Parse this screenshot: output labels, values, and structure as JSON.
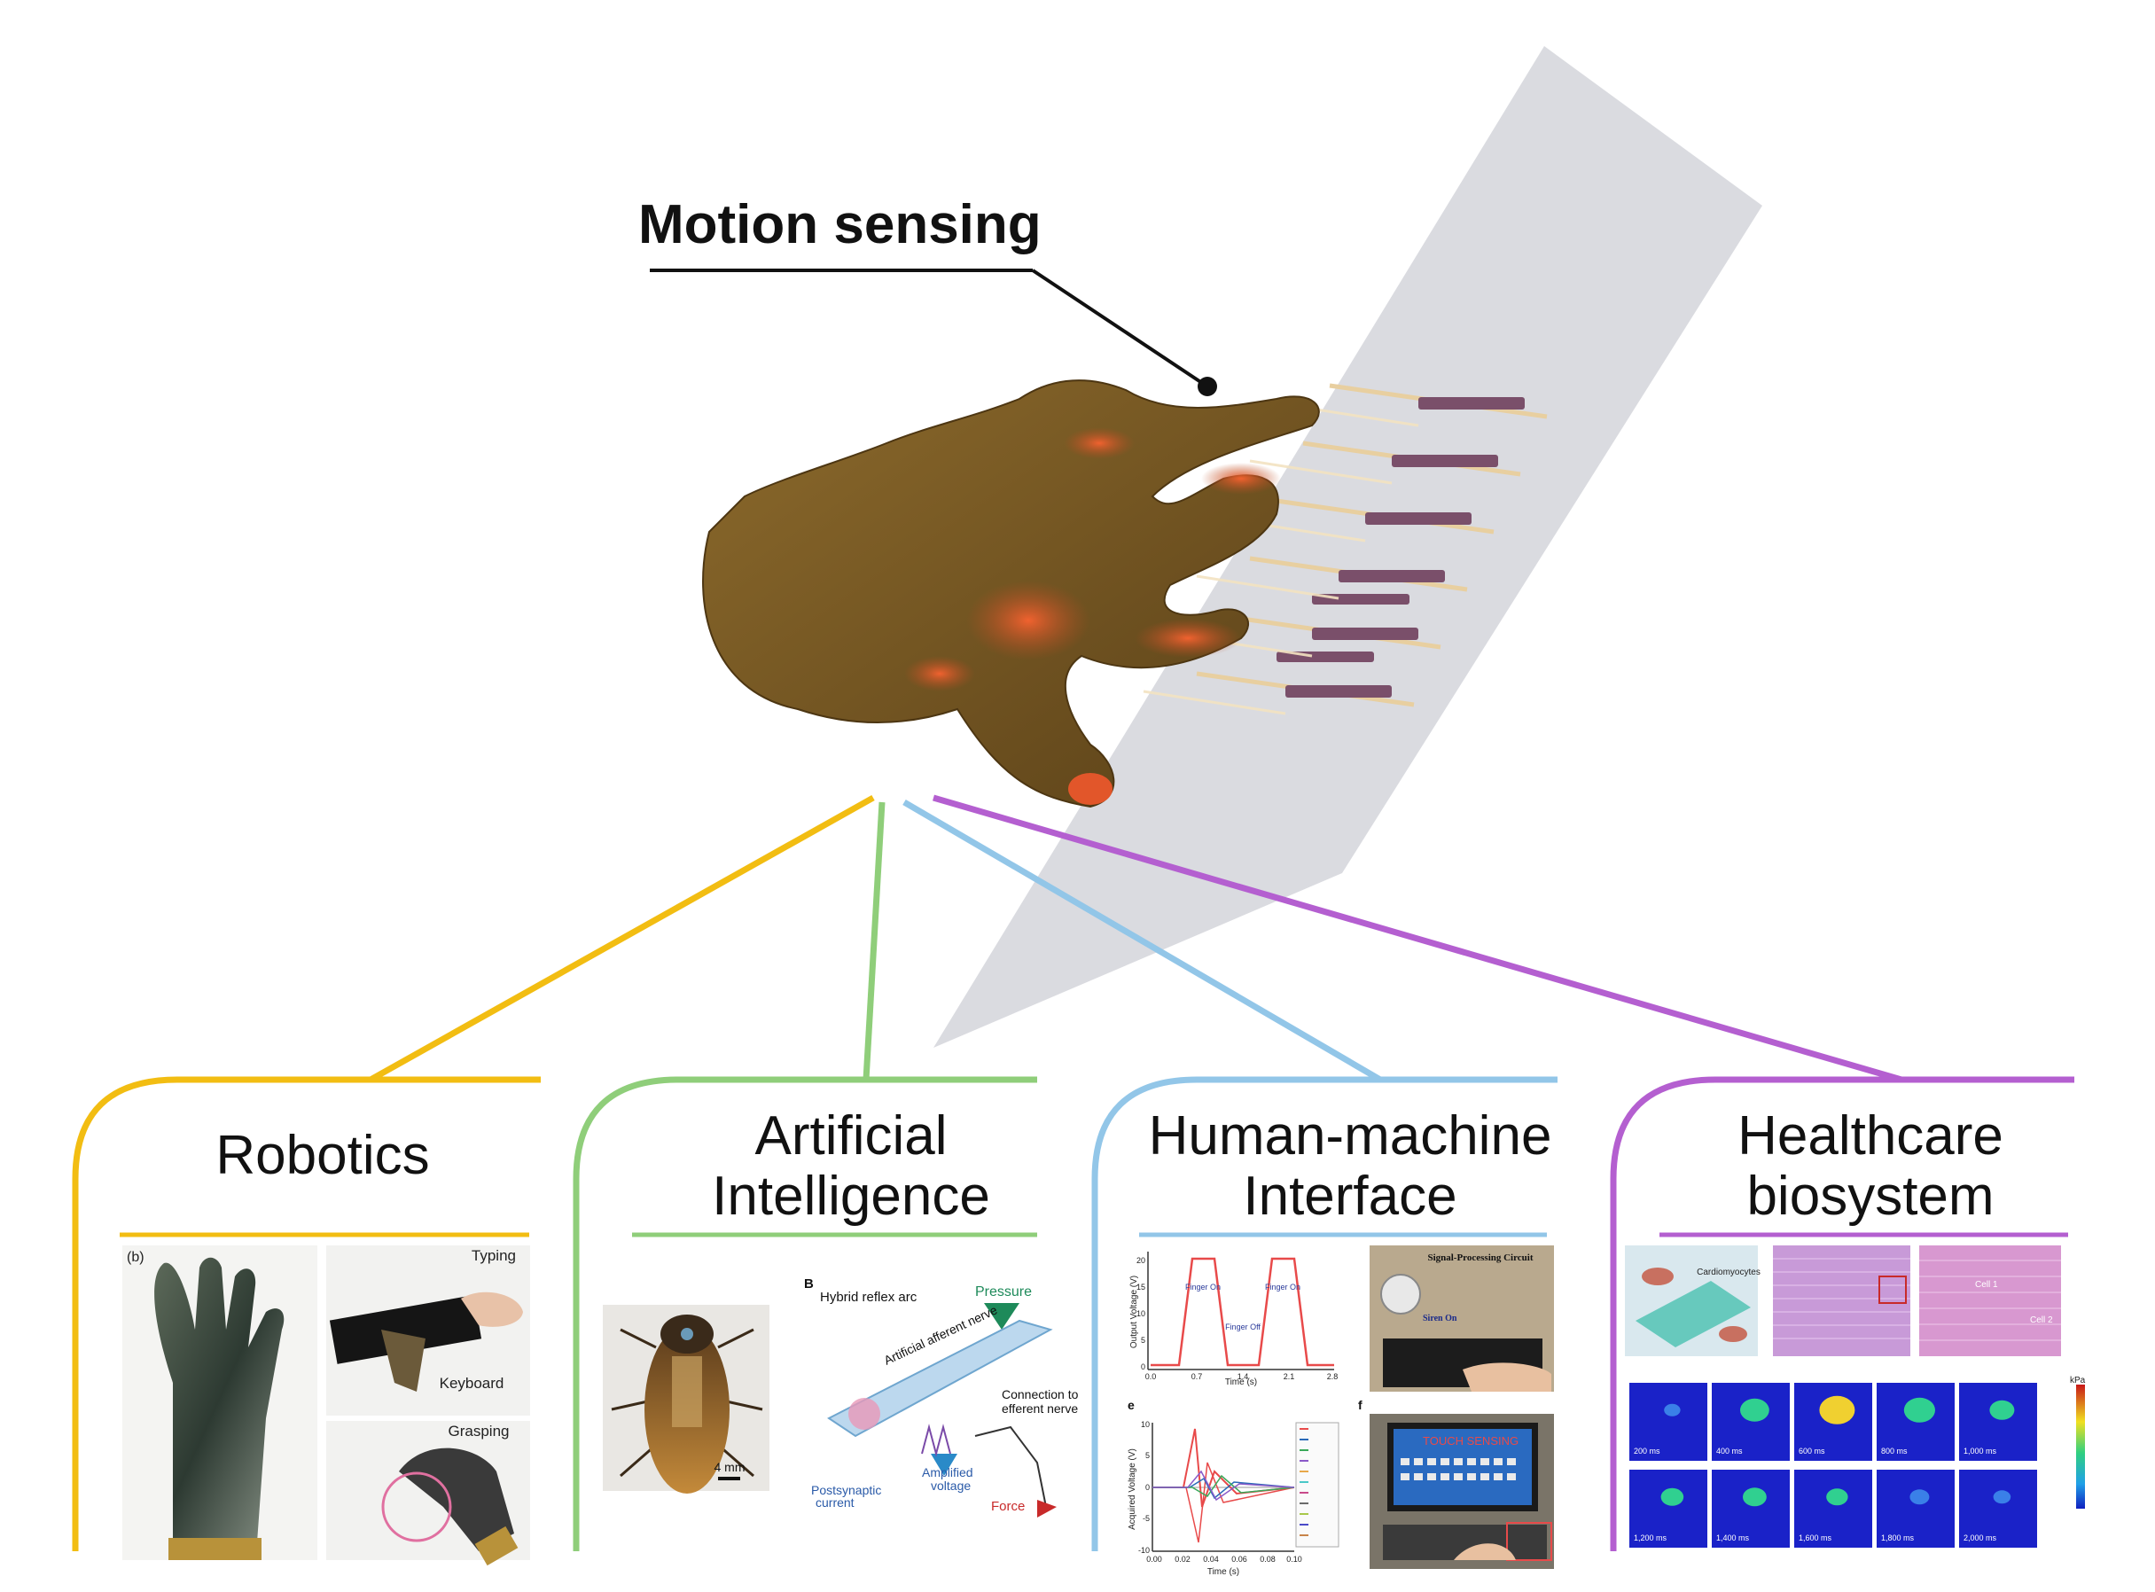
{
  "title": "Motion sensing",
  "colors": {
    "robotics": "#f2bd12",
    "ai": "#8fce7a",
    "hmi": "#92c6e8",
    "health": "#b45fd0",
    "hand": "#7a5a22",
    "hand_highlight": "#e2562a",
    "panel": "#d6d8dd"
  },
  "categories": [
    {
      "key": "robotics",
      "label": "Robotics",
      "image_text": {
        "panel_tag": "(b)",
        "typing": "Typing",
        "keyboard": "Keyboard",
        "grasping": "Grasping"
      }
    },
    {
      "key": "ai",
      "label_line1": "Artificial",
      "label_line2": "Intelligence",
      "image_text": {
        "scale": "4 mm",
        "panel_tag": "B",
        "title": "Hybrid reflex arc",
        "pressure": "Pressure",
        "afferent": "Artificial afferent nerve",
        "connection": "Connection to",
        "efferent": "efferent nerve",
        "amplified1": "Amplified",
        "amplified2": "voltage",
        "postsyn1": "Postsynaptic",
        "postsyn2": "current",
        "force": "Force"
      }
    },
    {
      "key": "hmi",
      "label_line1": "Human-machine",
      "label_line2": "Interface",
      "image_text": {
        "ylabel_top": "Output Voltage (V)",
        "xlabel_top": "Time (s)",
        "finger_on": "Finger On",
        "finger_off": "Finger Off",
        "x_ticks_top": [
          "0.0",
          "0.7",
          "1.4",
          "2.1",
          "2.8"
        ],
        "y_ticks_top": [
          "0",
          "5",
          "10",
          "15",
          "20"
        ],
        "signal_circuit": "Signal-Processing Circuit",
        "siren": "Siren On",
        "panel_e": "e",
        "panel_f": "f",
        "ylabel_bottom": "Acquired Voltage (V)",
        "xlabel_bottom": "Time (s)",
        "x_ticks_bottom": [
          "0.00",
          "0.02",
          "0.04",
          "0.06",
          "0.08",
          "0.10"
        ],
        "y_ticks_bottom": [
          "10",
          "5",
          "0",
          "-5",
          "-10"
        ],
        "touch": "TOUCH SENSING"
      }
    },
    {
      "key": "health",
      "label_line1": "Healthcare",
      "label_line2": "biosystem",
      "image_text": {
        "cardio": "Cardiomyocytes",
        "cell1": "Cell 1",
        "cell2": "Cell 2",
        "times_row1": [
          "200 ms",
          "400 ms",
          "600 ms",
          "800 ms",
          "1,000 ms"
        ],
        "times_row2": [
          "1,200 ms",
          "1,400 ms",
          "1,600 ms",
          "1,800 ms",
          "2,000 ms"
        ],
        "colorbar_unit": "kPa"
      }
    }
  ]
}
